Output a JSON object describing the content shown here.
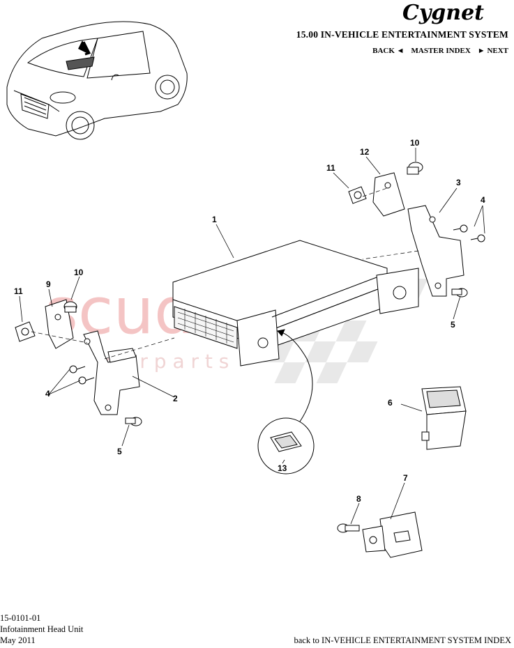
{
  "header": {
    "brand": "Cygnet",
    "section_title": "15.00 IN-VEHICLE ENTERTAINMENT SYSTEM",
    "nav": {
      "back": "BACK",
      "back_arrow": "◄",
      "master_index": "MASTER INDEX",
      "next_arrow": "►",
      "next": "NEXT"
    }
  },
  "watermark": {
    "line1": "scuderia",
    "line2": "c a r   p a r t s"
  },
  "callouts": [
    "1",
    "2",
    "3",
    "4",
    "4",
    "5",
    "5",
    "6",
    "7",
    "8",
    "9",
    "10",
    "10",
    "11",
    "11",
    "12",
    "13"
  ],
  "footer": {
    "part_number": "15-0101-01",
    "title": "Infotainment Head Unit",
    "date": "May 2011",
    "back_link": "back to IN-VEHICLE ENTERTAINMENT SYSTEM INDEX"
  },
  "colors": {
    "watermark": "#f3c0c0",
    "checker": "#e6e6e6",
    "line": "#000000"
  }
}
